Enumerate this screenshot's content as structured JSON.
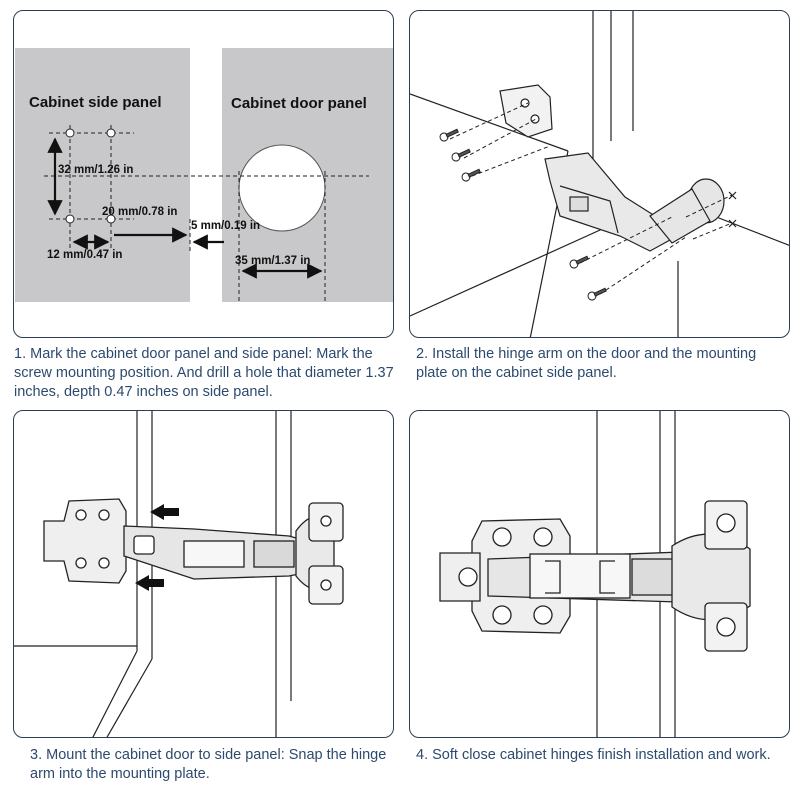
{
  "step1": {
    "side_panel_label": "Cabinet side panel",
    "door_panel_label": "Cabinet door panel",
    "dim_32": "32 mm/1.26 in",
    "dim_20": "20 mm/0.78 in",
    "dim_12": "12 mm/0.47 in",
    "dim_5": "5 mm/0.19 in",
    "dim_35": "35 mm/1.37 in",
    "caption": "1. Mark the cabinet door panel and side panel: Mark the screw mounting position. And drill a hole that diameter 1.37 inches, depth 0.47 inches on side panel."
  },
  "step2": {
    "caption": "2. Install the hinge arm on the door and the mounting plate on the cabinet side panel."
  },
  "step3": {
    "caption": "3.  Mount the cabinet door to side panel: Snap the hinge arm into the mounting plate."
  },
  "step4": {
    "caption": "4. Soft close cabinet hinges finish installation and work."
  },
  "colors": {
    "frame": "#2c3e50",
    "panel_gray": "#c8c8ca",
    "caption_text": "#2c4a6e",
    "line": "#111111"
  }
}
